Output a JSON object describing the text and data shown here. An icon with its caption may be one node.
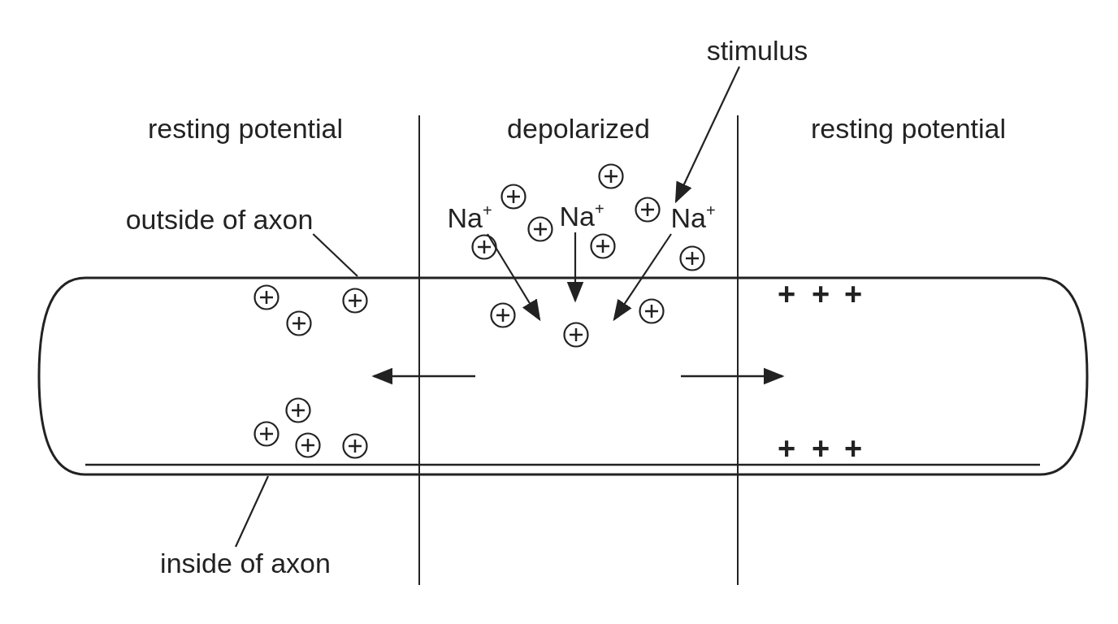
{
  "diagram": {
    "nodes": [
      {
        "text": [
          "stimulus"
        ]
      },
      {
        "text": [
          "outside of axon"
        ]
      },
      {
        "text": [
          "inside of axon"
        ]
      },
      {
        "text": [
          "Na$^{+}$"
        ]
      },
      {
        "text": [
          "Na$^{+}$"
        ]
      },
      {
        "text": [
          "Na$^{+}$"
        ]
      }
    ],
    "edges": [
      {
        "from": 0,
        "to": 5,
        "arrow": "to"
      },
      {
        "from": 1,
        "to": null,
        "arrow": "none"
      },
      {
        "from": 2,
        "to": null,
        "arrow": "none"
      },
      {
        "from": 3,
        "to": null,
        "arrow": "to"
      },
      {
        "from": 4,
        "to": null,
        "arrow": "to"
      },
      {
        "from": 5,
        "to": null,
        "arrow": "to"
      }
    ],
    "labels": [
      "resting potential",
      "depolarized",
      "resting potential",
      "+",
      "+",
      "+",
      "+",
      "+",
      "+"
    ]
  }
}
